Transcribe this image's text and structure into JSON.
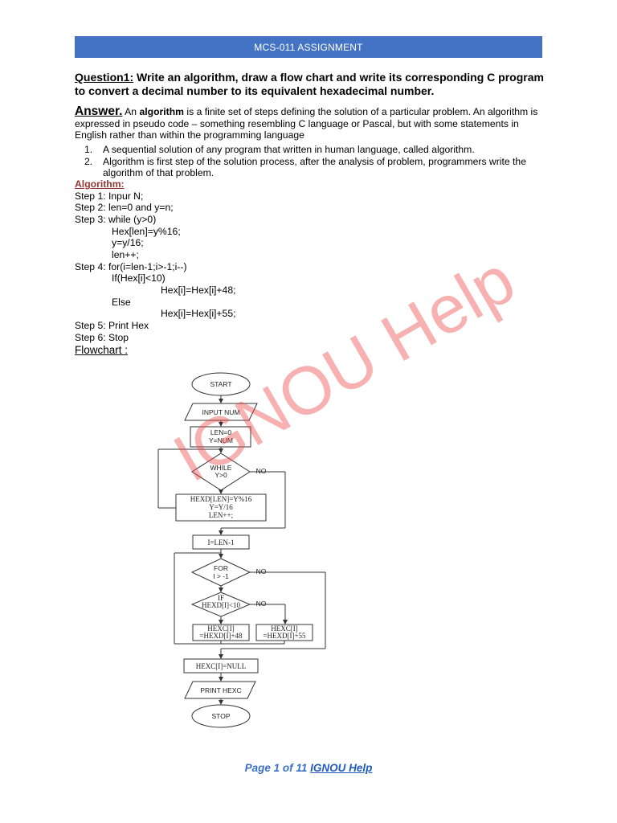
{
  "header": {
    "title": "MCS-011 ASSIGNMENT"
  },
  "question": {
    "label": "Question1:",
    "text": " Write an algorithm, draw a flow chart and write its corresponding C program to convert a decimal number to its equivalent hexadecimal number."
  },
  "answer": {
    "label": "Answer.",
    "pre": " An ",
    "bold": "algorithm",
    "text": " is a finite set of steps defining the solution of a particular problem. An algorithm is expressed in pseudo code – something resembling C language or Pascal, but with some statements in English rather than within the programming language"
  },
  "list": [
    {
      "num": "1.",
      "text": "A sequential solution of any program that written in human language, called algorithm."
    },
    {
      "num": "2.",
      "text": "Algorithm is first step of the solution process, after the analysis of problem, programmers write the algorithm of that problem."
    }
  ],
  "algorithm": {
    "title": "Algorithm:",
    "lines": [
      "Step 1: Inpur N;",
      "Step 2: len=0 and y=n;",
      "Step 3: while (y>0)",
      "Hex[len]=y%16;",
      "y=y/16;",
      "len++;",
      "Step 4: for(i=len-1;i>-1;i--)",
      "If(Hex[i]<10)",
      "Hex[i]=Hex[i]+48;",
      "Else",
      "Hex[i]=Hex[i]+55;",
      "Step 5: Print Hex",
      "Step 6: Stop"
    ],
    "flowchart_label": "Flowchart :"
  },
  "watermark": "IGNOU Help",
  "flowchart": {
    "start": "START",
    "input": "INPUT NUM",
    "init1": "LEN=0",
    "init2": "Y=NUM",
    "while1": "WHILE",
    "while2": "Y>0",
    "no": "NO",
    "body1": "HEXD[LEN]=Y%16",
    "body2": "Y=Y/16",
    "body3": "LEN++;",
    "iset": "I=LEN-1",
    "for1": "FOR",
    "for2": "I > -1",
    "if1": "IF",
    "if2": "HEXD[I]<10",
    "a1": "HEXC[I]",
    "a2": "=HEXD[I]+48",
    "b1": "HEXC[I]",
    "b2": "=HEXD[I]+55",
    "null": "HEXC[I]=NULL",
    "print": "PRINT HEXC",
    "stop": "STOP"
  },
  "footer": {
    "page": "Page 1 of 11",
    "link": "IGNOU Help"
  }
}
